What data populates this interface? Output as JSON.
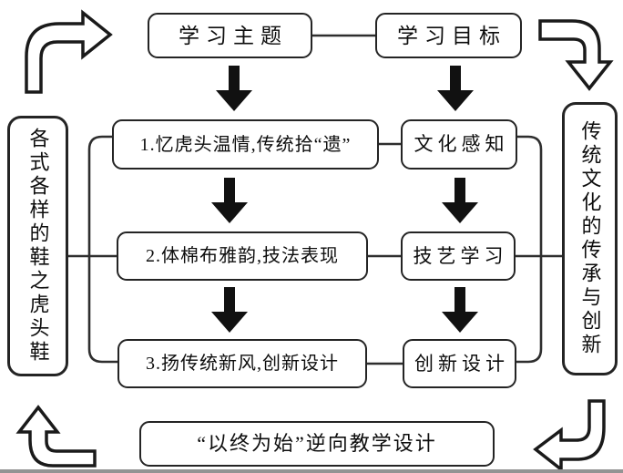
{
  "diagram": {
    "top": {
      "theme": "学习主题",
      "goal": "学习目标"
    },
    "left_panel": "各式各样的鞋之虎头鞋",
    "right_panel": "传统文化的传承与创新",
    "rows": [
      {
        "main": "1.忆虎头温情,传统拾“遗”",
        "side": "文化感知"
      },
      {
        "main": "2.体棉布雅韵,技法表现",
        "side": "技艺学习"
      },
      {
        "main": "3.扬传统新风,创新设计",
        "side": "创新设计"
      }
    ],
    "bottom": "“以终为始”逆向教学设计",
    "icons": {
      "flow": "down-arrow",
      "corner_top_left": "curved-arrow-up-right",
      "corner_top_right": "curved-arrow-down",
      "corner_bottom_left": "curved-arrow-up",
      "corner_bottom_right": "curved-arrow-left"
    },
    "colors": {
      "line": "#2e2e2e",
      "border": "#242424",
      "arrow_fill": "#111111",
      "background": "#ffffff"
    }
  }
}
